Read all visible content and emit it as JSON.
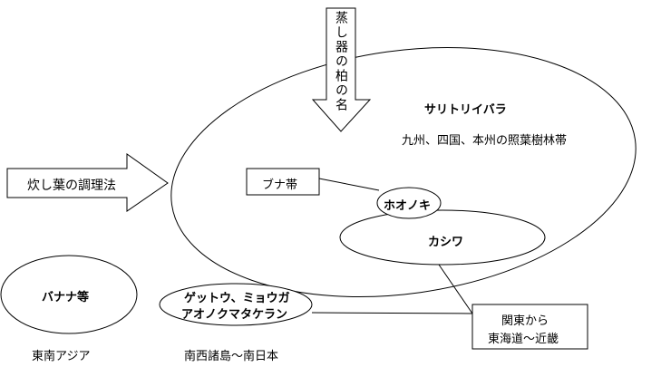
{
  "arrow_down_label": "蒸し器の柏の名",
  "arrow_right_label": "炊し葉の調理法",
  "big_region_label": "サリトリイバラ",
  "big_region_sub": "九州、四国、本州の照葉樹林帯",
  "buna_label": "ブナ帯",
  "hoonoki_label": "ホオノキ",
  "kashiwa_label": "カシワ",
  "kanto_line1": "関東から",
  "kanto_line2": "東海道〜近畿",
  "banana_label": "バナナ等",
  "getto_line1": "ゲットウ、ミョウガ",
  "getto_line2": "アオノクマタケラン",
  "sea_label": "東南アジア",
  "nansei_label": "南西諸島〜南日本"
}
